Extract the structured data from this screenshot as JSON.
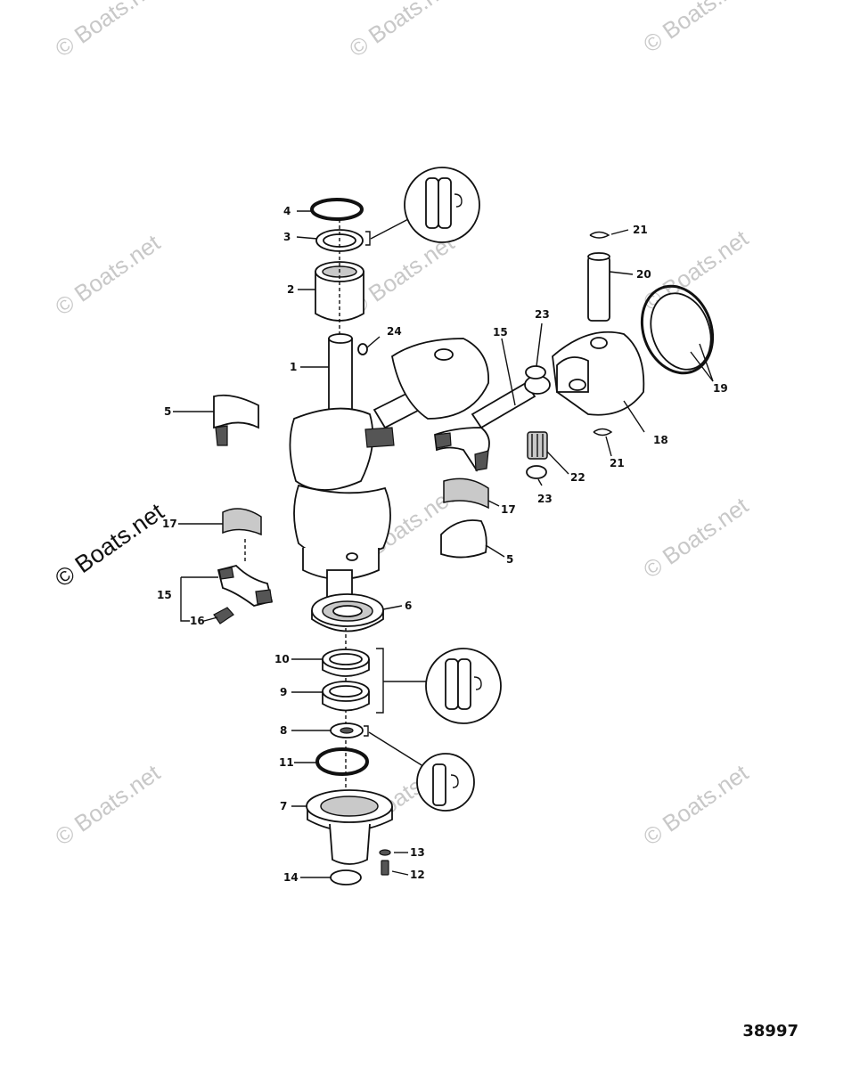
{
  "watermark": "© Boats.net",
  "figure_number": "38997",
  "callouts": {
    "c1": "1",
    "c2": "2",
    "c3": "3",
    "c4": "4",
    "c5a": "5",
    "c5b": "5",
    "c6": "6",
    "c7": "7",
    "c8": "8",
    "c9": "9",
    "c10": "10",
    "c11": "11",
    "c12": "12",
    "c13": "13",
    "c14": "14",
    "c15a": "15",
    "c15b": "15",
    "c16": "16",
    "c17a": "17",
    "c17b": "17",
    "c18": "18",
    "c19": "19",
    "c20": "20",
    "c21a": "21",
    "c21b": "21",
    "c22": "22",
    "c23a": "23",
    "c23b": "23",
    "c24": "24"
  }
}
